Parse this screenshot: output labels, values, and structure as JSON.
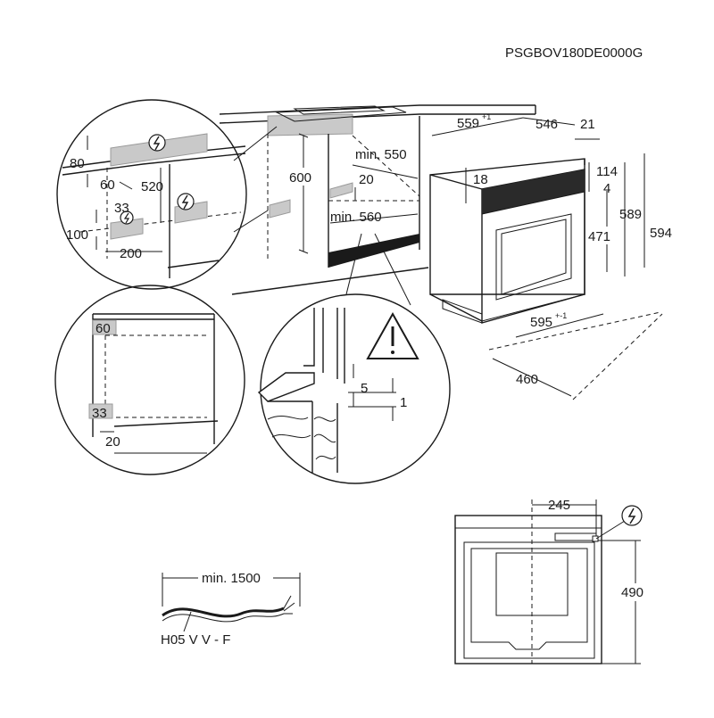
{
  "code": "PSGBOV180DE0000G",
  "dims": {
    "d80": "80",
    "d60a": "60",
    "d520": "520",
    "d33a": "33",
    "d100": "100",
    "d200": "200",
    "d600": "600",
    "min550": "min. 550",
    "d20a": "20",
    "min560": "min. 560",
    "d559": "559",
    "d559tol": "+1",
    "d546": "546",
    "d21": "21",
    "d18": "18",
    "d114": "114",
    "d4": "4",
    "d471": "471",
    "d589": "589",
    "d594": "594",
    "d595": "595",
    "d595tol": "+-1",
    "d460": "460",
    "d60b": "60",
    "d33b": "33",
    "d20b": "20",
    "d5": "5",
    "d1": "1",
    "d245": "245",
    "d490": "490",
    "min1500": "min. 1500"
  },
  "cable": "H05 V V - F",
  "icons": {
    "power": "power-connection-icon",
    "warning": "warning-triangle-icon"
  }
}
